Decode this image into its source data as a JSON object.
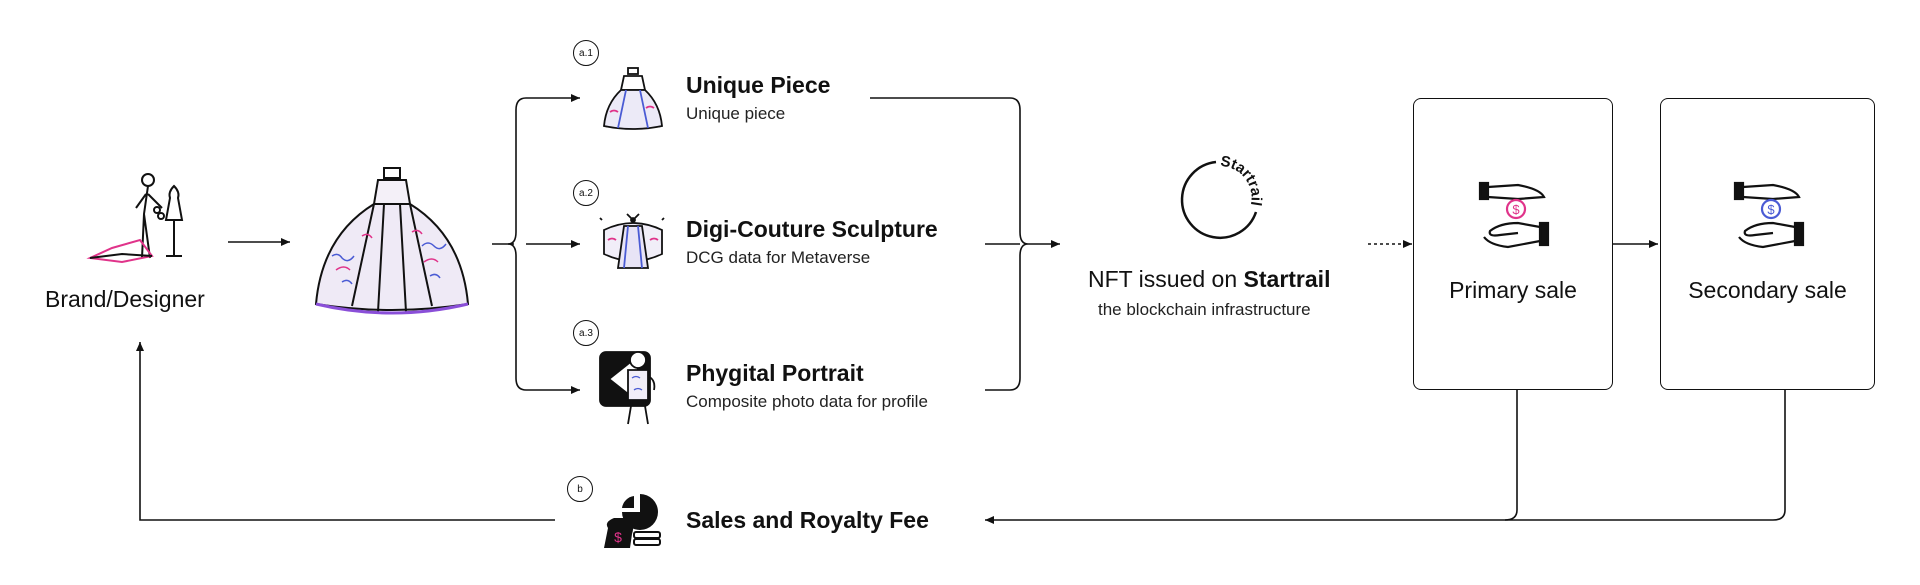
{
  "brand": {
    "label": "Brand/Designer"
  },
  "products": [
    {
      "badge": "a.1",
      "title": "Unique Piece",
      "subtitle": "Unique piece"
    },
    {
      "badge": "a.2",
      "title": "Digi-Couture Sculpture",
      "subtitle": "DCG data for Metaverse"
    },
    {
      "badge": "a.3",
      "title": "Phygital Portrait",
      "subtitle": "Composite photo data for profile"
    }
  ],
  "startrail": {
    "logo_text": "Startrail",
    "issued_prefix": "NFT issued on ",
    "issued_brand": "Startrail",
    "subtitle": "the blockchain infrastructure"
  },
  "sales": [
    {
      "label": "Primary sale",
      "coin_color": "#e0338a"
    },
    {
      "label": "Secondary sale",
      "coin_color": "#4a5bd4"
    }
  ],
  "royalty": {
    "badge": "b",
    "label": "Sales and Royalty Fee",
    "coin_color": "#e0338a"
  },
  "colors": {
    "line": "#111111",
    "accent_pink": "#e0338a",
    "accent_blue": "#4a5bd4",
    "accent_purple": "#8a4fd8"
  }
}
